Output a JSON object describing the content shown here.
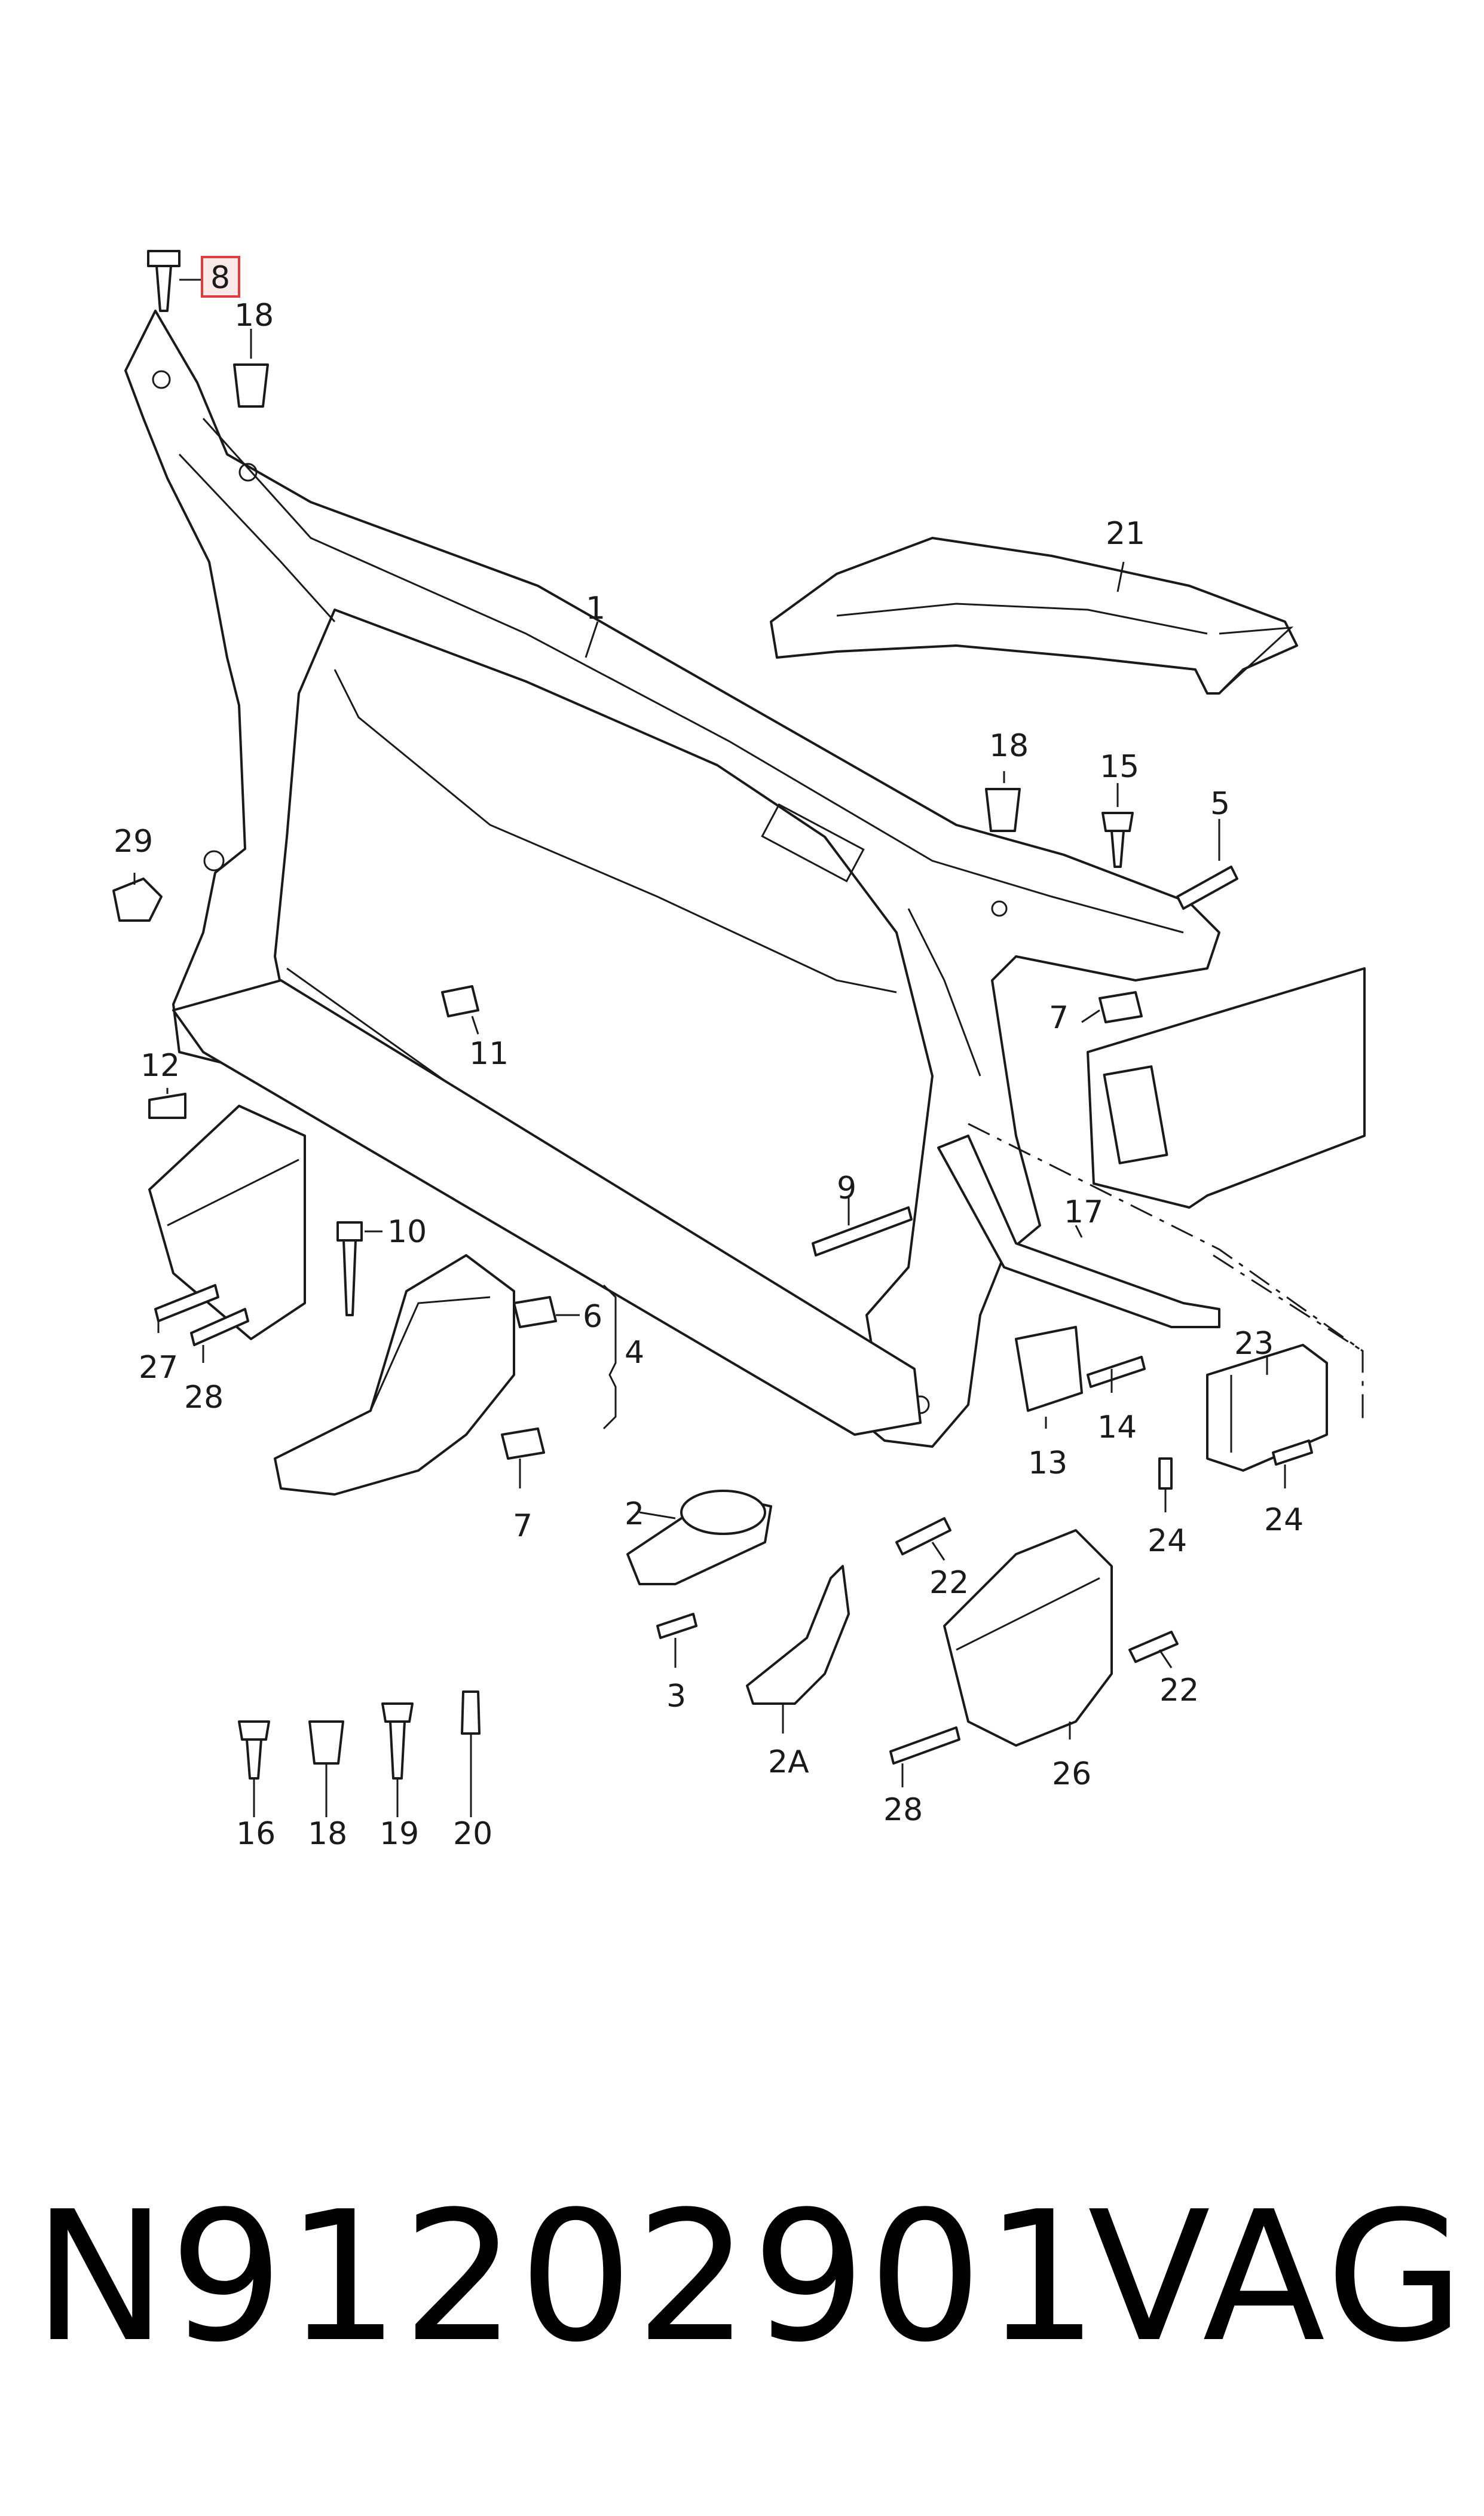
{
  "callouts": {
    "c1": "1",
    "c2": "2",
    "c2a": "2A",
    "c3": "3",
    "c4": "4",
    "c5": "5",
    "c6": "6",
    "c7a": "7",
    "c7b": "7",
    "c8": "8",
    "c9": "9",
    "c10": "10",
    "c11": "11",
    "c12": "12",
    "c13": "13",
    "c14": "14",
    "c15": "15",
    "c16": "16",
    "c17": "17",
    "c18a": "18",
    "c18b": "18",
    "c18c": "18",
    "c19": "19",
    "c20": "20",
    "c21": "21",
    "c22a": "22",
    "c22b": "22",
    "c23": "23",
    "c24a": "24",
    "c24b": "24",
    "c26": "26",
    "c27": "27",
    "c28a": "28",
    "c28b": "28",
    "c29": "29"
  },
  "highlight": {
    "callout": "8",
    "color": "#e23b3b"
  },
  "footer": {
    "part_number": "N91202901",
    "brand": "VAG"
  }
}
